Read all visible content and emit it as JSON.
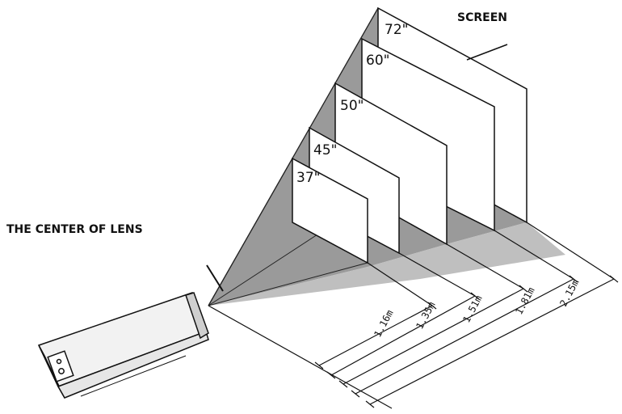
{
  "labels": {
    "screen": "SCREEN",
    "lens_center": "THE CENTER OF LENS"
  },
  "screens": [
    {
      "size": "37\"",
      "distance": "1.16m"
    },
    {
      "size": "45\"",
      "distance": "1.35m"
    },
    {
      "size": "50\"",
      "distance": "1.51m"
    },
    {
      "size": "60\"",
      "distance": "1.81m"
    },
    {
      "size": "72\"",
      "distance": "2.15m"
    }
  ]
}
